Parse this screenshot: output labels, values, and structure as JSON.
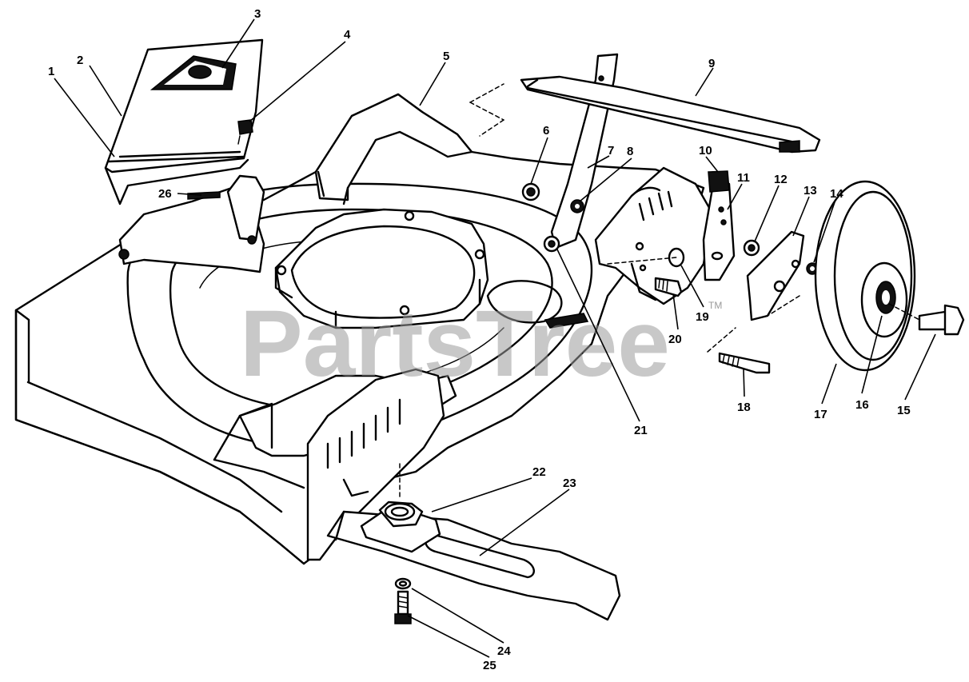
{
  "watermark": {
    "text": "PartsTree",
    "mark": "TM"
  },
  "callouts": [
    {
      "id": 1,
      "label": "1"
    },
    {
      "id": 2,
      "label": "2"
    },
    {
      "id": 3,
      "label": "3"
    },
    {
      "id": 4,
      "label": "4"
    },
    {
      "id": 5,
      "label": "5"
    },
    {
      "id": 6,
      "label": "6"
    },
    {
      "id": 7,
      "label": "7"
    },
    {
      "id": 8,
      "label": "8"
    },
    {
      "id": 9,
      "label": "9"
    },
    {
      "id": 10,
      "label": "10"
    },
    {
      "id": 11,
      "label": "11"
    },
    {
      "id": 12,
      "label": "12"
    },
    {
      "id": 13,
      "label": "13"
    },
    {
      "id": 14,
      "label": "14"
    },
    {
      "id": 15,
      "label": "15"
    },
    {
      "id": 16,
      "label": "16"
    },
    {
      "id": 17,
      "label": "17"
    },
    {
      "id": 18,
      "label": "18"
    },
    {
      "id": 19,
      "label": "19"
    },
    {
      "id": 20,
      "label": "20"
    },
    {
      "id": 21,
      "label": "21"
    },
    {
      "id": 22,
      "label": "22"
    },
    {
      "id": 23,
      "label": "23"
    },
    {
      "id": 24,
      "label": "24"
    },
    {
      "id": 25,
      "label": "25"
    },
    {
      "id": 26,
      "label": "26"
    }
  ]
}
